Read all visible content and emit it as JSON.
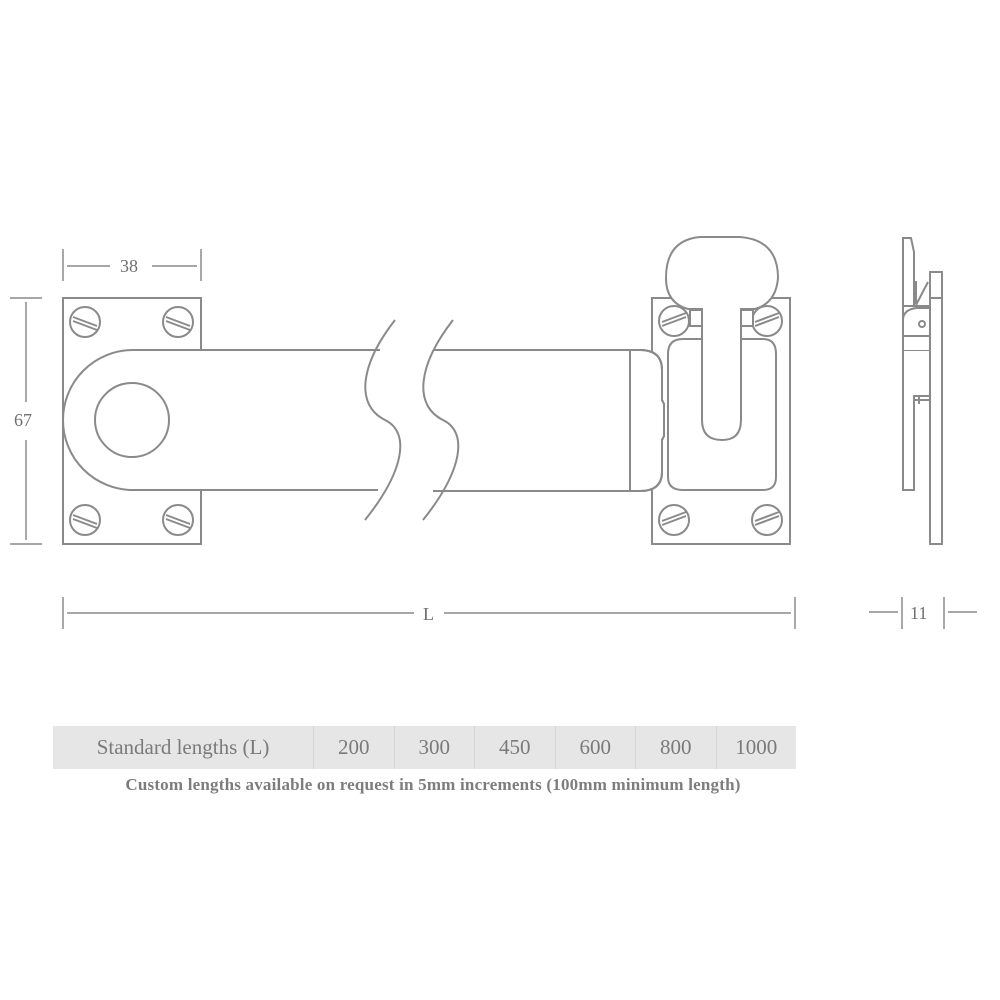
{
  "diagram": {
    "type": "technical-drawing",
    "subject": "door/window bolt with slotted keep - front and side elevation",
    "line_color": "#8a8a8a",
    "text_color": "#6f6f6f",
    "dimensions": {
      "plate_width": "38",
      "plate_height": "67",
      "overall_length": "L",
      "side_depth": "11"
    }
  },
  "table": {
    "header": "Standard lengths (L)",
    "values": [
      "200",
      "300",
      "450",
      "600",
      "800",
      "1000"
    ],
    "background": "#e6e6e6"
  },
  "note": "Custom lengths available on request in 5mm increments (100mm minimum length)"
}
